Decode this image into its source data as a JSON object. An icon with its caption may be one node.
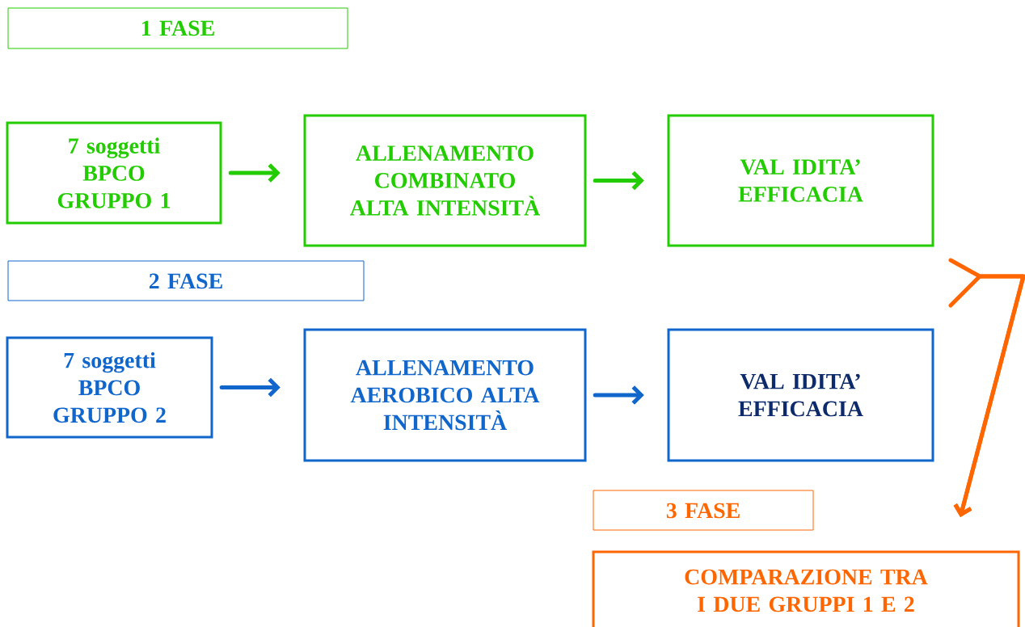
{
  "diagram": {
    "nodes": [
      {
        "text": [
          "1 FASE"
        ]
      },
      {
        "text": [
          "7 soggetti BPCO GRUPPO 1"
        ]
      },
      {
        "text": [
          "ALLENAMENTO COMBINATO ALTA INTENSITÀ"
        ]
      },
      {
        "text": [
          "VAL IDITA’ EFFICACIA"
        ]
      },
      {
        "text": [
          "2 FASE"
        ]
      },
      {
        "text": [
          "7 soggetti BPCO GRUPPO 2"
        ]
      },
      {
        "text": [
          "ALLENAMENTO AEROBICO ALTA INTENSITÀ"
        ]
      },
      {
        "text": [
          "VAL IDITA’ EFFICACIA"
        ]
      },
      {
        "text": [
          "3 FASE"
        ]
      },
      {
        "text": [
          "COMPARAZIONE TRA I DUE GRUPPI 1 E 2"
        ]
      }
    ],
    "edges": [
      {
        "from": 1,
        "to": 2,
        "arrow": "to",
        "color": "#22cc00"
      },
      {
        "from": 2,
        "to": 3,
        "arrow": "to",
        "color": "#22cc00"
      },
      {
        "from": 5,
        "to": 6,
        "arrow": "to",
        "color": "#1166cc"
      },
      {
        "from": 6,
        "to": 7,
        "arrow": "to",
        "color": "#1166cc"
      },
      {
        "from": 3,
        "to": 9,
        "arrow": "to",
        "color": "#ff6600"
      },
      {
        "from": 7,
        "to": 9,
        "arrow": "to",
        "color": "#ff6600"
      }
    ]
  }
}
